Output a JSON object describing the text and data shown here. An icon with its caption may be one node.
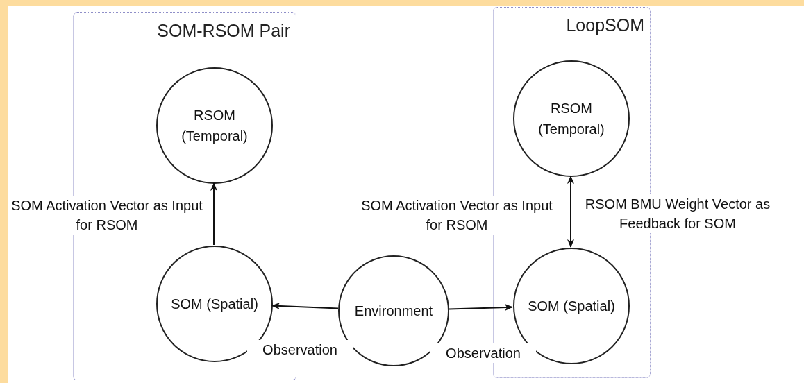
{
  "diagram": {
    "nodes": [
      {
        "text": [
          "SOM-RSOM Pair"
        ]
      },
      {
        "text": [
          "RSOM (Temporal)"
        ],
        "in": 0
      },
      {
        "text": [
          "SOM (Spatial)"
        ],
        "in": 0
      },
      {
        "text": [
          "LoopSOM"
        ]
      },
      {
        "text": [
          "RSOM (Temporal)"
        ],
        "in": 3
      },
      {
        "text": [
          "SOM (Spatial)"
        ],
        "in": 3
      },
      {
        "text": [
          "Environment"
        ]
      }
    ],
    "edges": [
      {
        "from": 2,
        "to": 1,
        "arrow": "to",
        "label": "SOM Activation Vector as Input for RSOM"
      },
      {
        "from": 6,
        "to": 2,
        "arrow": "to",
        "label": "Observation"
      },
      {
        "from": 6,
        "to": 5,
        "arrow": "to",
        "label": "Observation"
      },
      {
        "from": 5,
        "to": 4,
        "arrow": "both",
        "label": "RSOM BMU Weight Vector as Feedback for SOM"
      }
    ],
    "labels": [
      "SOM Activation Vector as Input for RSOM"
    ]
  }
}
